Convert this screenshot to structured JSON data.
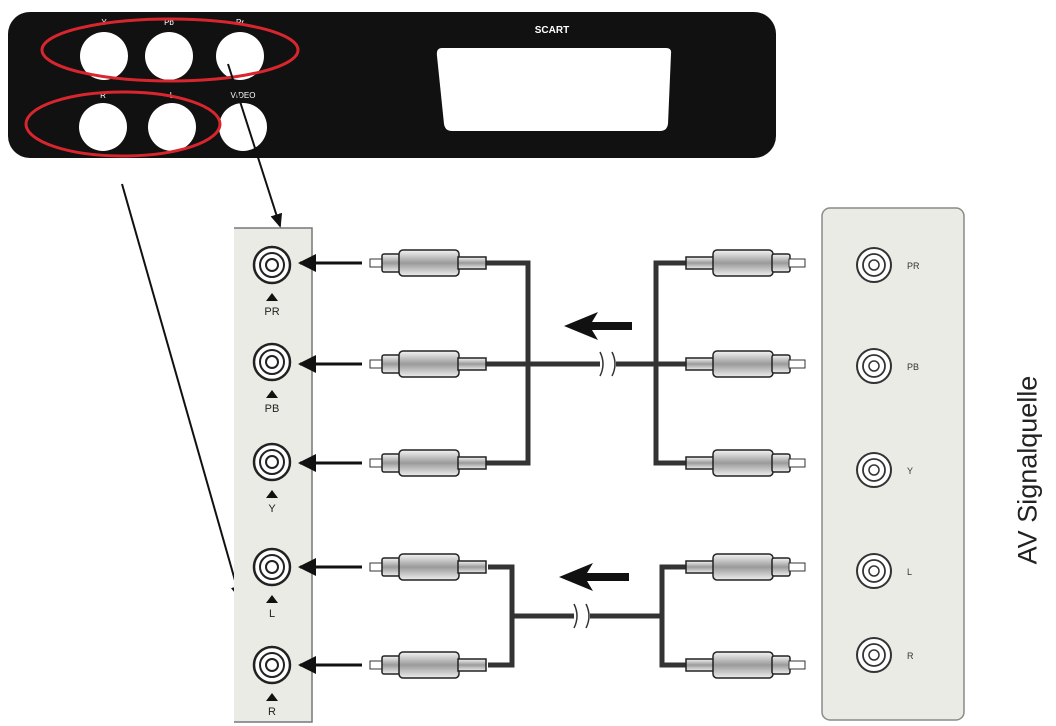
{
  "panel": {
    "jack_labels": {
      "y": "Y",
      "pb": "Pb",
      "pr": "Pr",
      "r": "R",
      "l": "L",
      "video": "VIDEO"
    },
    "scart_label": "SCART",
    "highlight_color": "#d8262e"
  },
  "tv_side": {
    "labels": [
      "PR",
      "PB",
      "Y",
      "L",
      "R"
    ]
  },
  "source_side": {
    "labels": [
      "PR",
      "PB",
      "Y",
      "L",
      "R"
    ]
  },
  "source_title": "AV Signalquelle",
  "colors": {
    "panel": "#111111",
    "cable": "#333333",
    "box_fill": "#ebebe6",
    "box_stroke": "#8a8a8a"
  }
}
